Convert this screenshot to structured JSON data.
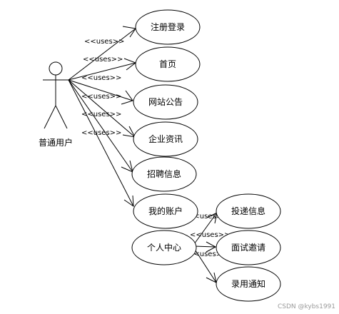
{
  "actor": {
    "name": "普通用户"
  },
  "use_cases": {
    "register_login": "注册登录",
    "home": "首页",
    "announcement": "网站公告",
    "company_info": "企业资讯",
    "recruitment": "招聘信息",
    "my_account": "我的账户",
    "personal_center": "个人中心",
    "submit_resume": "投递信息",
    "interview_invite": "面试邀请",
    "hire_notice": "录用通知"
  },
  "stereotype": "<<uses>>",
  "watermark": "CSDN @kybs1991"
}
